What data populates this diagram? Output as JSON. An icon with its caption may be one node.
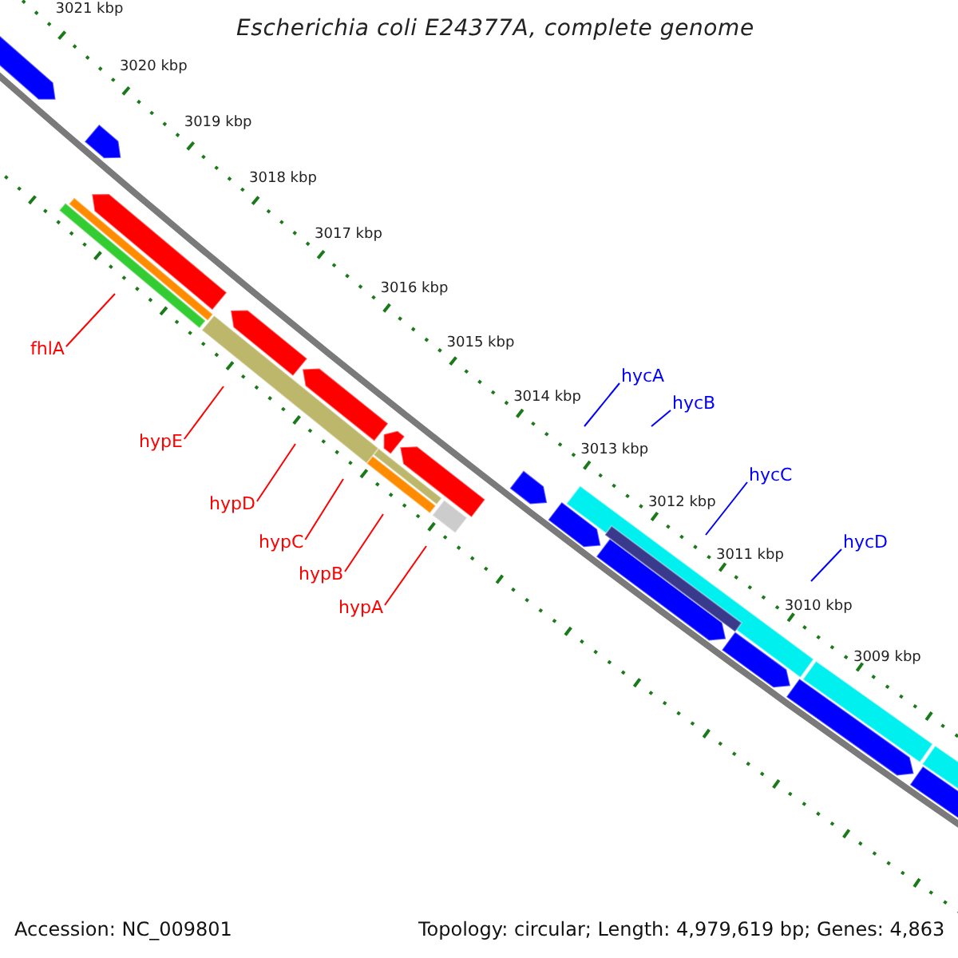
{
  "diagram": {
    "title": "Escherichia coli E24377A, complete genome",
    "nodes": [
      {
        "text": [
          "fhlA"
        ]
      },
      {
        "text": [
          "hypE"
        ]
      },
      {
        "text": [
          "hypD"
        ]
      },
      {
        "text": [
          "hypC"
        ]
      },
      {
        "text": [
          "hypB"
        ]
      },
      {
        "text": [
          "hypA"
        ]
      },
      {
        "text": [
          "hycA"
        ]
      },
      {
        "text": [
          "hycB"
        ]
      },
      {
        "text": [
          "hycC"
        ]
      },
      {
        "text": [
          "hycD"
        ]
      }
    ],
    "edges": [
      {
        "from": 0,
        "to": null,
        "arrow": "none"
      },
      {
        "from": 1,
        "to": null,
        "arrow": "none"
      },
      {
        "from": 2,
        "to": null,
        "arrow": "none"
      },
      {
        "from": 3,
        "to": null,
        "arrow": "none"
      },
      {
        "from": 4,
        "to": null,
        "arrow": "none"
      },
      {
        "from": 5,
        "to": null,
        "arrow": "none"
      },
      {
        "from": 6,
        "to": null,
        "arrow": "none",
        "color": "#0000ff"
      },
      {
        "from": 7,
        "to": null,
        "arrow": "none",
        "color": "#0000ff"
      },
      {
        "from": 8,
        "to": null,
        "arrow": "none",
        "color": "#0000ff"
      },
      {
        "from": 9,
        "to": null,
        "arrow": "none",
        "color": "#0000ff"
      }
    ],
    "labels": [
      "3021 kbp",
      "3020 kbp",
      "3019 kbp",
      "3018 kbp",
      "3017 kbp",
      "3016 kbp",
      "3015 kbp",
      "3014 kbp",
      "3013 kbp",
      "3012 kbp",
      "3011 kbp",
      "3010 kbp",
      "3009 kbp",
      "Accession: NC_009801",
      "Topology: circular; Length: 4,979,619 bp; Genes: 4,863"
    ]
  }
}
